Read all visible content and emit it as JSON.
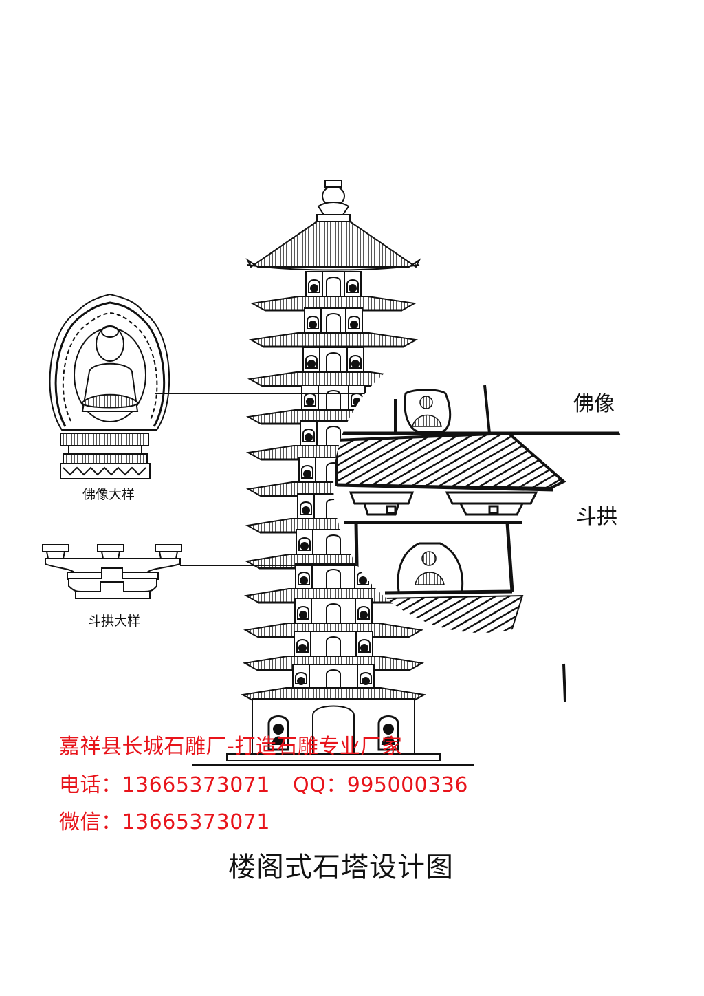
{
  "labels": {
    "buddha_callout": "佛像",
    "bracket_callout": "斗拱",
    "buddha_detail": "佛像大样",
    "bracket_detail": "斗拱大样"
  },
  "contact": {
    "company": "嘉祥县长城石雕厂-打造石雕专业厂家",
    "phone": "电话：13665373071",
    "qq": "QQ：995000336",
    "wechat": "微信：13665373071"
  },
  "title": "楼阁式石塔设计图",
  "colors": {
    "line": "#111111",
    "contact_text": "#e8141b"
  }
}
